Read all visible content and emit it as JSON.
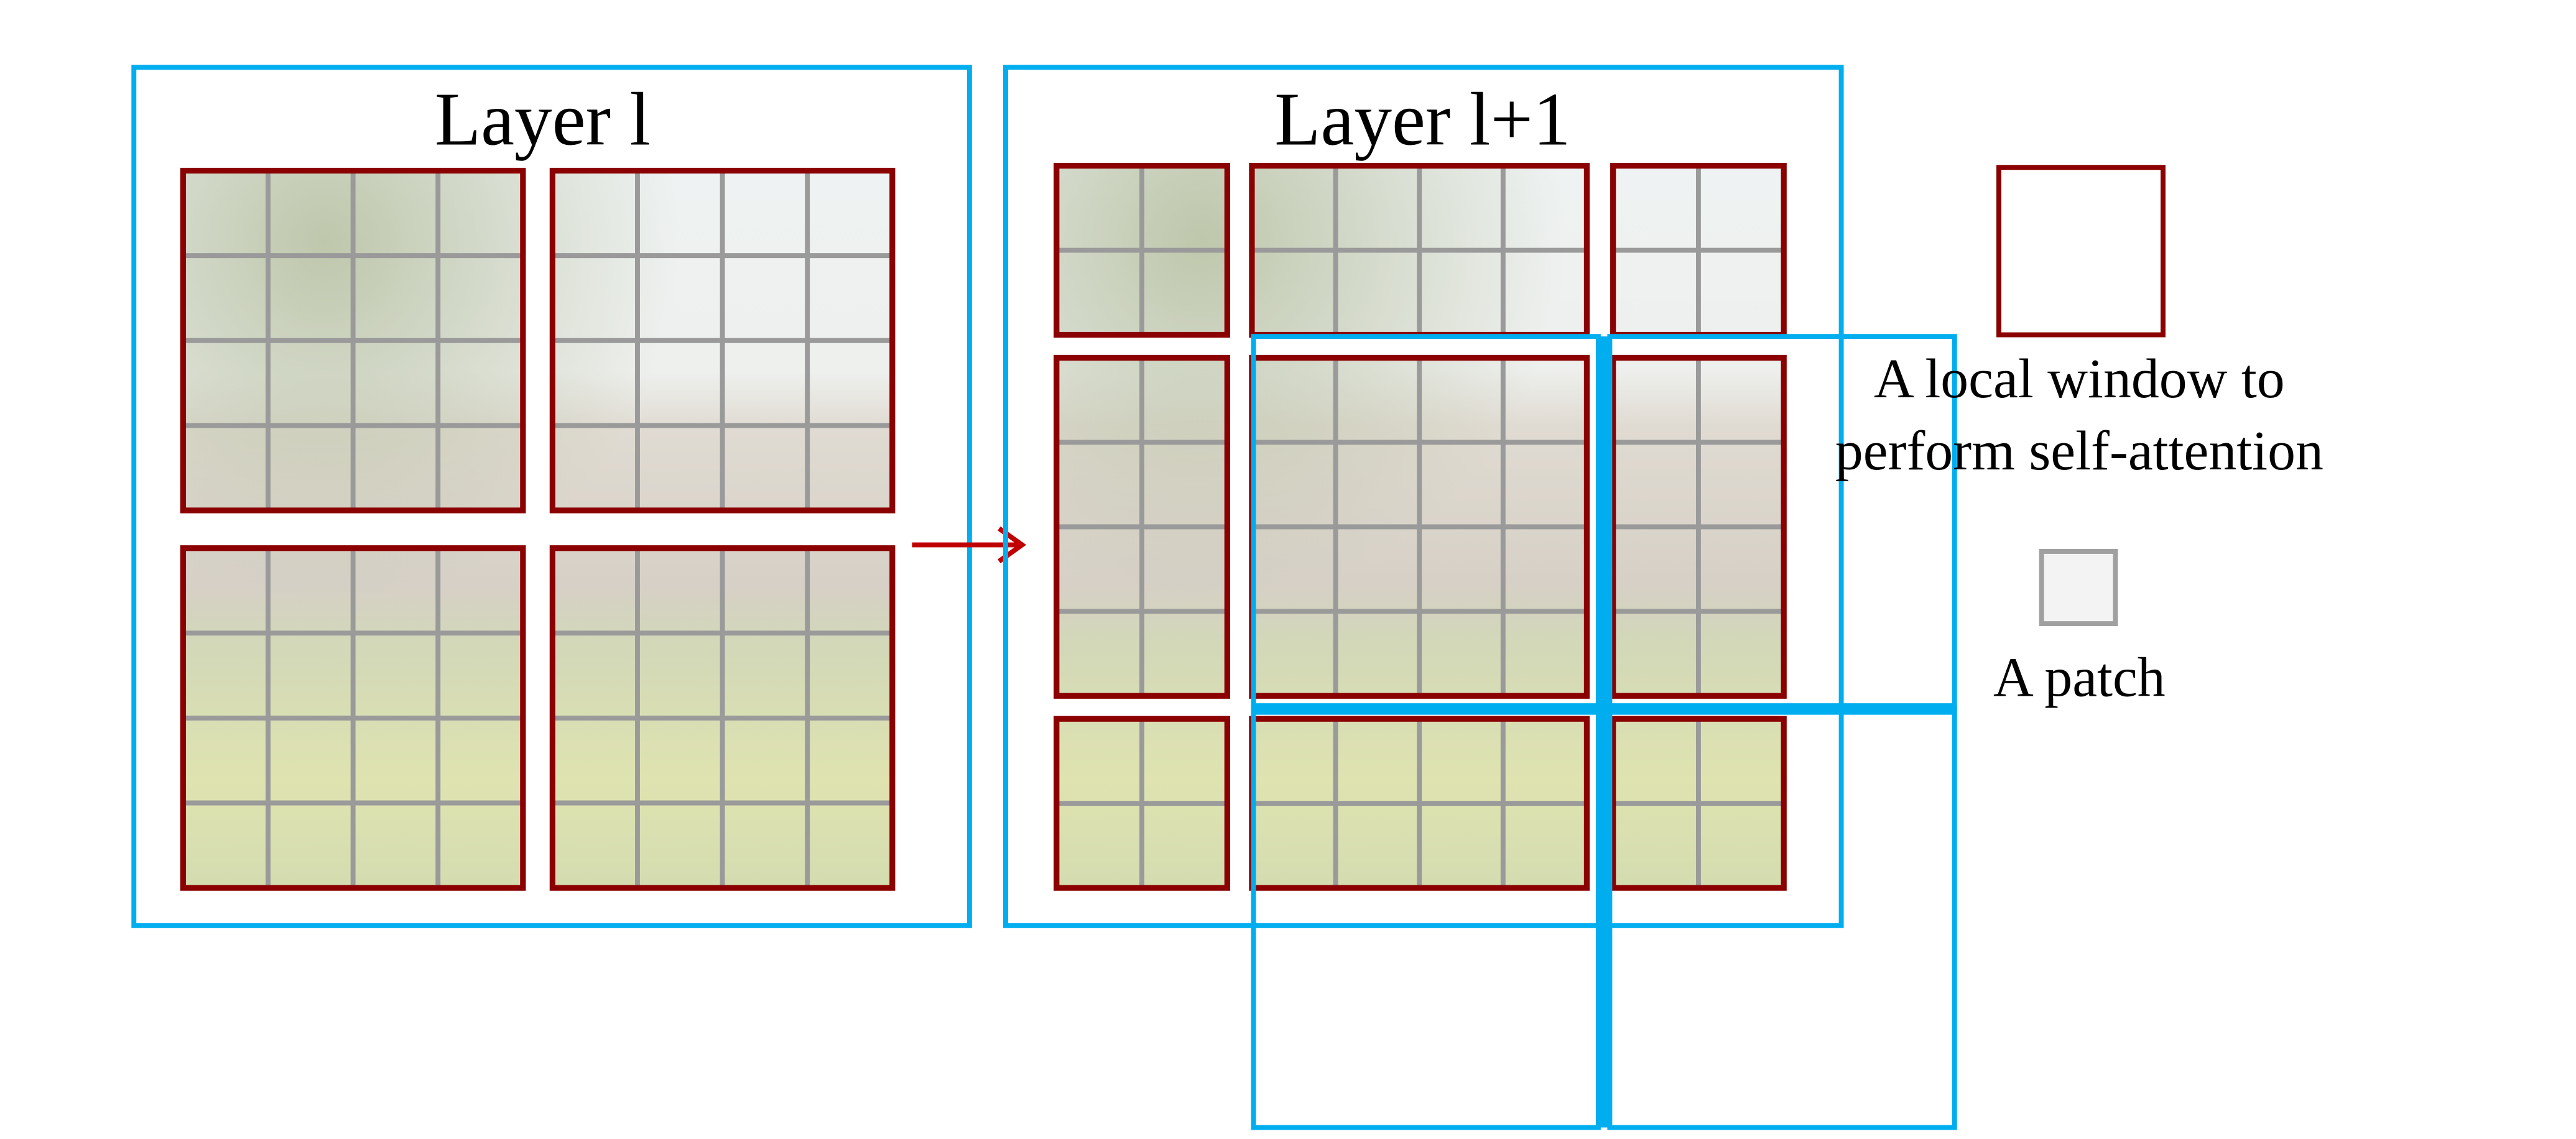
{
  "left_panel": {
    "title": "Layer l"
  },
  "right_panel": {
    "title": "Layer l+1"
  },
  "legend": {
    "window_line1": "A local window to",
    "window_line2": "perform self-attention",
    "patch_label": "A patch"
  },
  "colors": {
    "panel_border": "#00AEEF",
    "window_border": "#8B0000",
    "patch_grid": "#9a9a9a",
    "arrow": "#C00000"
  }
}
